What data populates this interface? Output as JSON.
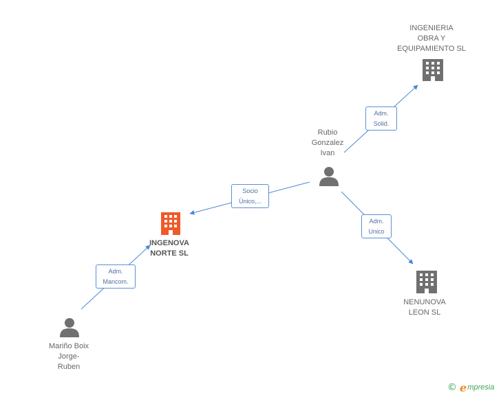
{
  "nodes": {
    "ingenieria": {
      "lines": [
        "INGENIERIA",
        "OBRA Y",
        "EQUIPAMIENTO SL"
      ],
      "type": "company"
    },
    "rubio": {
      "lines": [
        "Rubio",
        "Gonzalez",
        "Ivan"
      ],
      "type": "person"
    },
    "ingenova": {
      "lines": [
        "INGENOVA",
        "NORTE SL"
      ],
      "type": "company",
      "highlight": true
    },
    "nenunova": {
      "lines": [
        "NENUNOVA",
        "LEON SL"
      ],
      "type": "company"
    },
    "marino": {
      "lines": [
        "Mariño Boix",
        "Jorge-",
        "Ruben"
      ],
      "type": "person"
    }
  },
  "relations": {
    "rubio_ingenieria": {
      "lines": [
        "Adm.",
        "Solid."
      ]
    },
    "rubio_ingenova": {
      "lines": [
        "Socio",
        "Único,..."
      ]
    },
    "rubio_nenunova": {
      "lines": [
        "Adm.",
        "Unico"
      ]
    },
    "marino_ingenova": {
      "lines": [
        "Adm.",
        "Mancom."
      ]
    }
  },
  "colors": {
    "edge": "#4a86d4",
    "company_icon": "#707070",
    "highlight_icon": "#f05a2a",
    "person_icon": "#707070"
  },
  "brand": {
    "copyright": "©",
    "initial": "e",
    "name": "mpresia"
  }
}
